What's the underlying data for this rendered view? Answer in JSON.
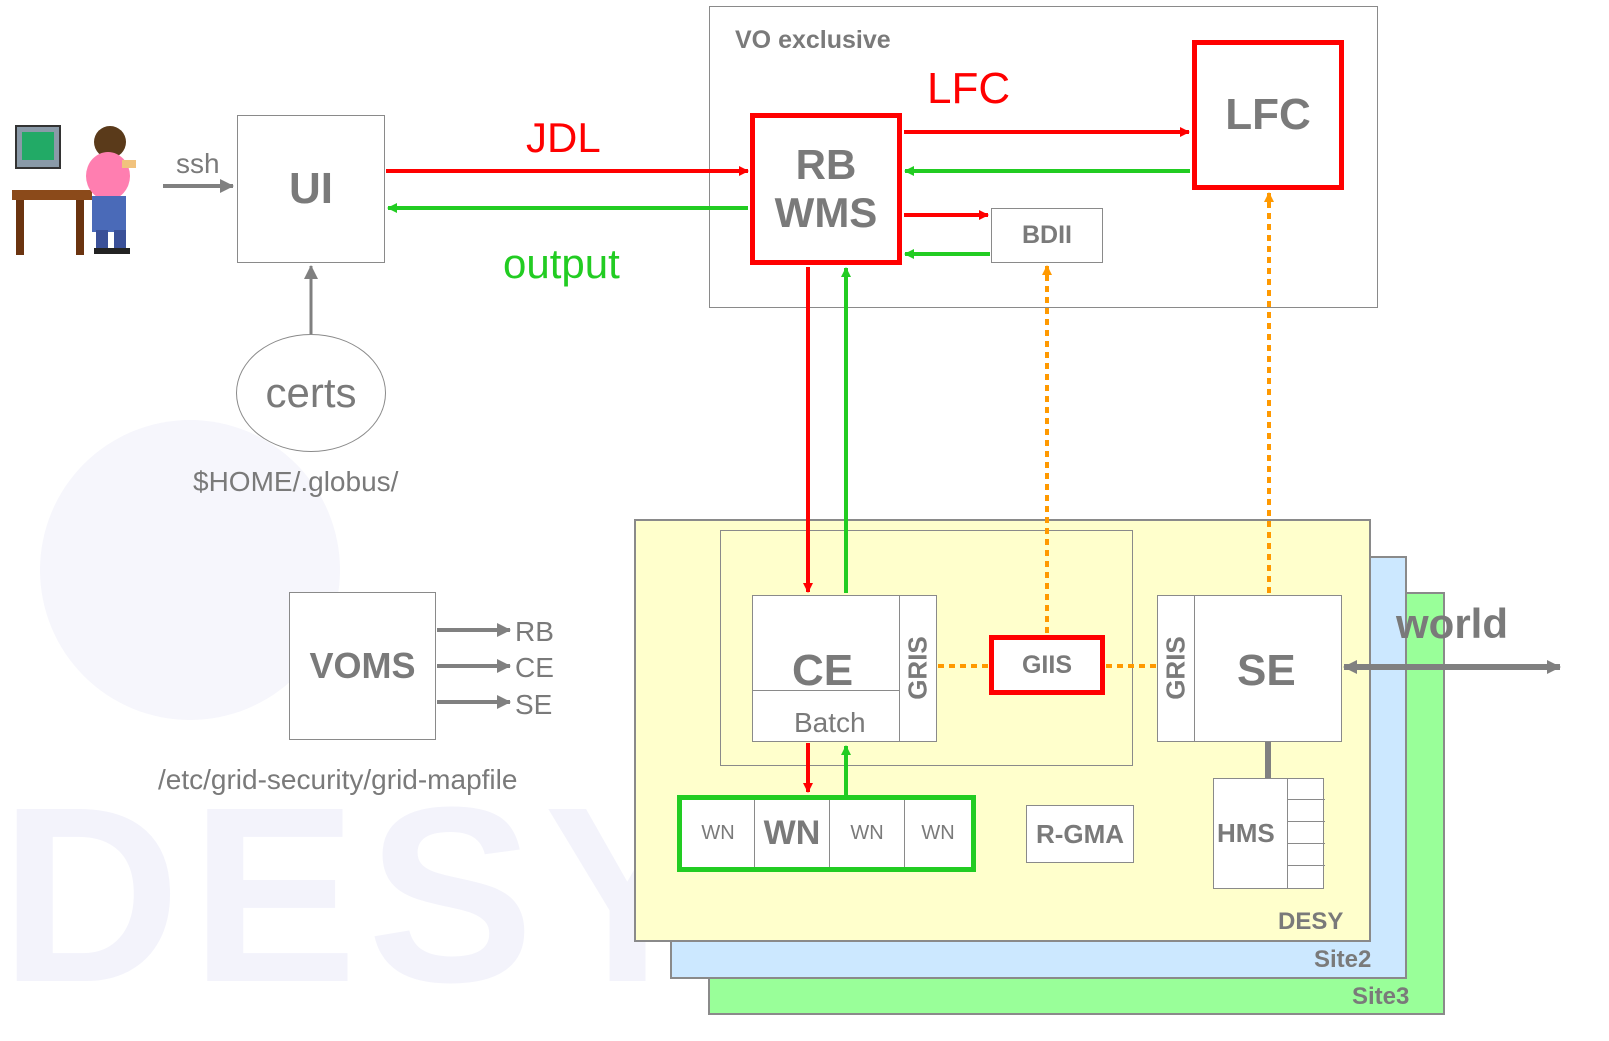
{
  "colors": {
    "request": "#ff0000",
    "response": "#22cc22",
    "info": "#ff9900",
    "neutral": "#808080",
    "site_desy": "#ffffcc",
    "site2": "#cce8ff",
    "site3": "#99ff99"
  },
  "watermark": "DESY",
  "user": {
    "icon": "user-at-computer-icon",
    "ssh_label": "ssh"
  },
  "ui": {
    "label": "UI",
    "certs_label": "certs",
    "certs_path": "$HOME/.globus/"
  },
  "links": {
    "jdl": "JDL",
    "output": "output",
    "lfc": "LFC"
  },
  "vo": {
    "title": "VO exclusive",
    "rb_line1": "RB",
    "rb_line2": "WMS",
    "lfc": "LFC",
    "bdii": "BDII"
  },
  "voms": {
    "label": "VOMS",
    "targets": [
      "RB",
      "CE",
      "SE"
    ],
    "mapfile": "/etc/grid-security/grid-mapfile"
  },
  "site": {
    "ce": "CE",
    "batch": "Batch",
    "gris_ce": "GRIS",
    "giis": "GIIS",
    "gris_se": "GRIS",
    "se": "SE",
    "world": "world",
    "wn_nodes": [
      "WN",
      "WN",
      "WN",
      "WN"
    ],
    "rgma": "R-GMA",
    "hms": "HMS",
    "names": [
      "DESY",
      "Site2",
      "Site3"
    ]
  }
}
